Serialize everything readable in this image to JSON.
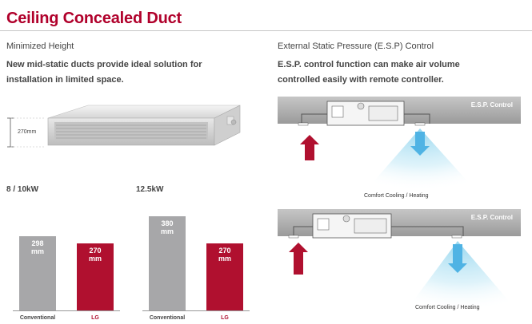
{
  "header": {
    "title": "Ceiling Concealed Duct"
  },
  "left": {
    "subtitle": "Minimized Height",
    "description": [
      "New mid-static ducts provide ideal solution for",
      "installation in limited space."
    ],
    "dimension_label": "270mm"
  },
  "right": {
    "subtitle": "External Static Pressure (E.S.P) Control",
    "description": [
      "E.S.P. control function can make air volume",
      "controlled easily with remote controller."
    ],
    "panels": [
      {
        "tag": "E.S.P. Control",
        "caption": "Comfort Cooling / Heating"
      },
      {
        "tag": "E.S.P. Control",
        "caption": "Comfort Cooling / Heating"
      }
    ]
  },
  "chart_data": [
    {
      "type": "bar",
      "title": "8 / 10kW",
      "categories": [
        "Conventional",
        "LG"
      ],
      "values": [
        298,
        270
      ],
      "unit": "mm",
      "colors": [
        "#a7a7a9",
        "#b0102f"
      ]
    },
    {
      "type": "bar",
      "title": "12.5kW",
      "categories": [
        "Conventional",
        "LG"
      ],
      "values": [
        380,
        270
      ],
      "unit": "mm",
      "colors": [
        "#a7a7a9",
        "#b0102f"
      ]
    }
  ]
}
